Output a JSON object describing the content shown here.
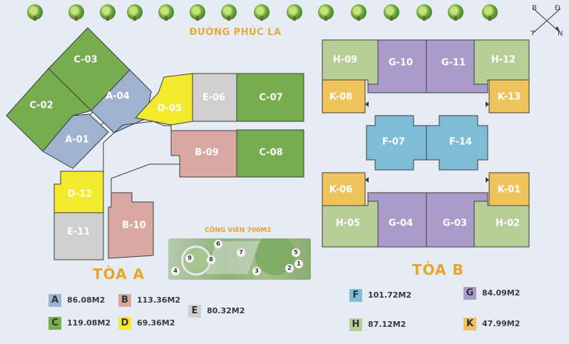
{
  "road_name": "ĐƯỜNG PHÚC LA",
  "compass": {
    "b": "B",
    "d": "Đ",
    "t": "T",
    "n": "N"
  },
  "towers": {
    "a": "TÒA A",
    "b": "TÒA B"
  },
  "park": {
    "label": "CÔNG VIÊN 700M2",
    "numbers": [
      "1",
      "2",
      "3",
      "4",
      "5",
      "6",
      "7",
      "8",
      "9"
    ]
  },
  "units": {
    "C-03": "C-03",
    "C-02": "C-02",
    "A-04": "A-04",
    "A-01": "A-01",
    "D-05": "D-05",
    "E-06": "E-06",
    "C-07": "C-07",
    "B-09": "B-09",
    "C-08": "C-08",
    "D-12": "D-12",
    "E-11": "E-11",
    "B-10": "B-10",
    "H-09": "H-09",
    "G-10": "G-10",
    "G-11": "G-11",
    "H-12": "H-12",
    "K-08": "K-08",
    "K-13": "K-13",
    "F-07": "F-07",
    "F-14": "F-14",
    "K-06": "K-06",
    "K-01": "K-01",
    "H-05": "H-05",
    "G-04": "G-04",
    "G-03": "G-03",
    "H-02": "H-02"
  },
  "colors": {
    "A": "#9fb3d1",
    "B": "#d9a8a3",
    "C": "#76ad4f",
    "D": "#f3ea2e",
    "E": "#cfcfcf",
    "F": "#7fbdd6",
    "G": "#a99ccb",
    "H": "#b7cf96",
    "K": "#f0c45c",
    "outline": "#3d3d3d"
  },
  "legend": [
    {
      "key": "A",
      "value": "86.08M2"
    },
    {
      "key": "B",
      "value": "113.36M2"
    },
    {
      "key": "E",
      "value": "80.32M2"
    },
    {
      "key": "C",
      "value": "119.08M2"
    },
    {
      "key": "D",
      "value": "69.36M2"
    },
    {
      "key": "F",
      "value": "101.72M2"
    },
    {
      "key": "G",
      "value": "84.09M2"
    },
    {
      "key": "H",
      "value": "87.12M2"
    },
    {
      "key": "K",
      "value": "47.99M2"
    }
  ]
}
